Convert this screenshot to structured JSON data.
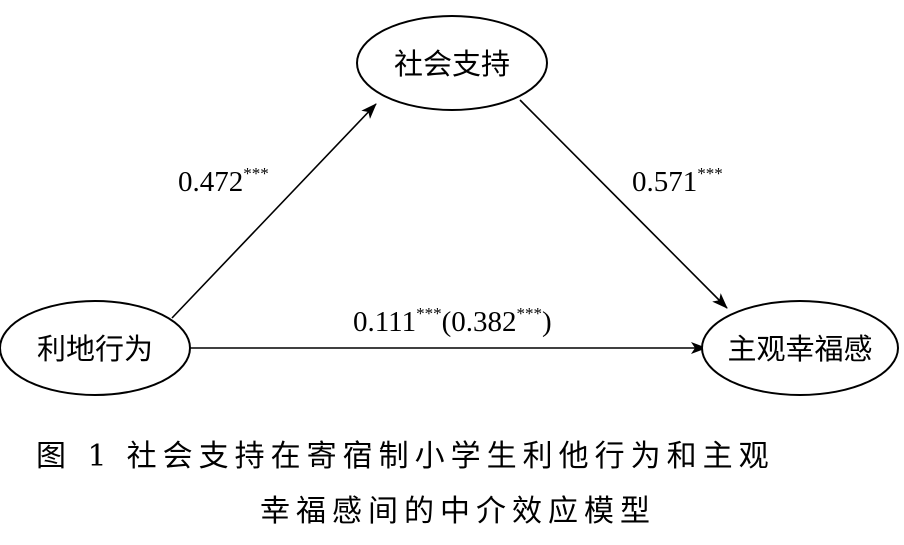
{
  "nodes": {
    "social_support": "社会支持",
    "altruistic_behavior": "利地行为",
    "subjective_wellbeing": "主观幸福感"
  },
  "paths": {
    "a": {
      "coef": "0.472",
      "sig": "***"
    },
    "b": {
      "coef": "0.571",
      "sig": "***"
    },
    "c": {
      "coef": "0.111",
      "sig": "***",
      "open": "(",
      "total_coef": "0.382",
      "total_sig": "***",
      "close": ")"
    }
  },
  "caption": {
    "label": "图 1",
    "line1": "社会支持在寄宿制小学生利他行为和主观",
    "line2": "幸福感间的中介效应模型"
  }
}
